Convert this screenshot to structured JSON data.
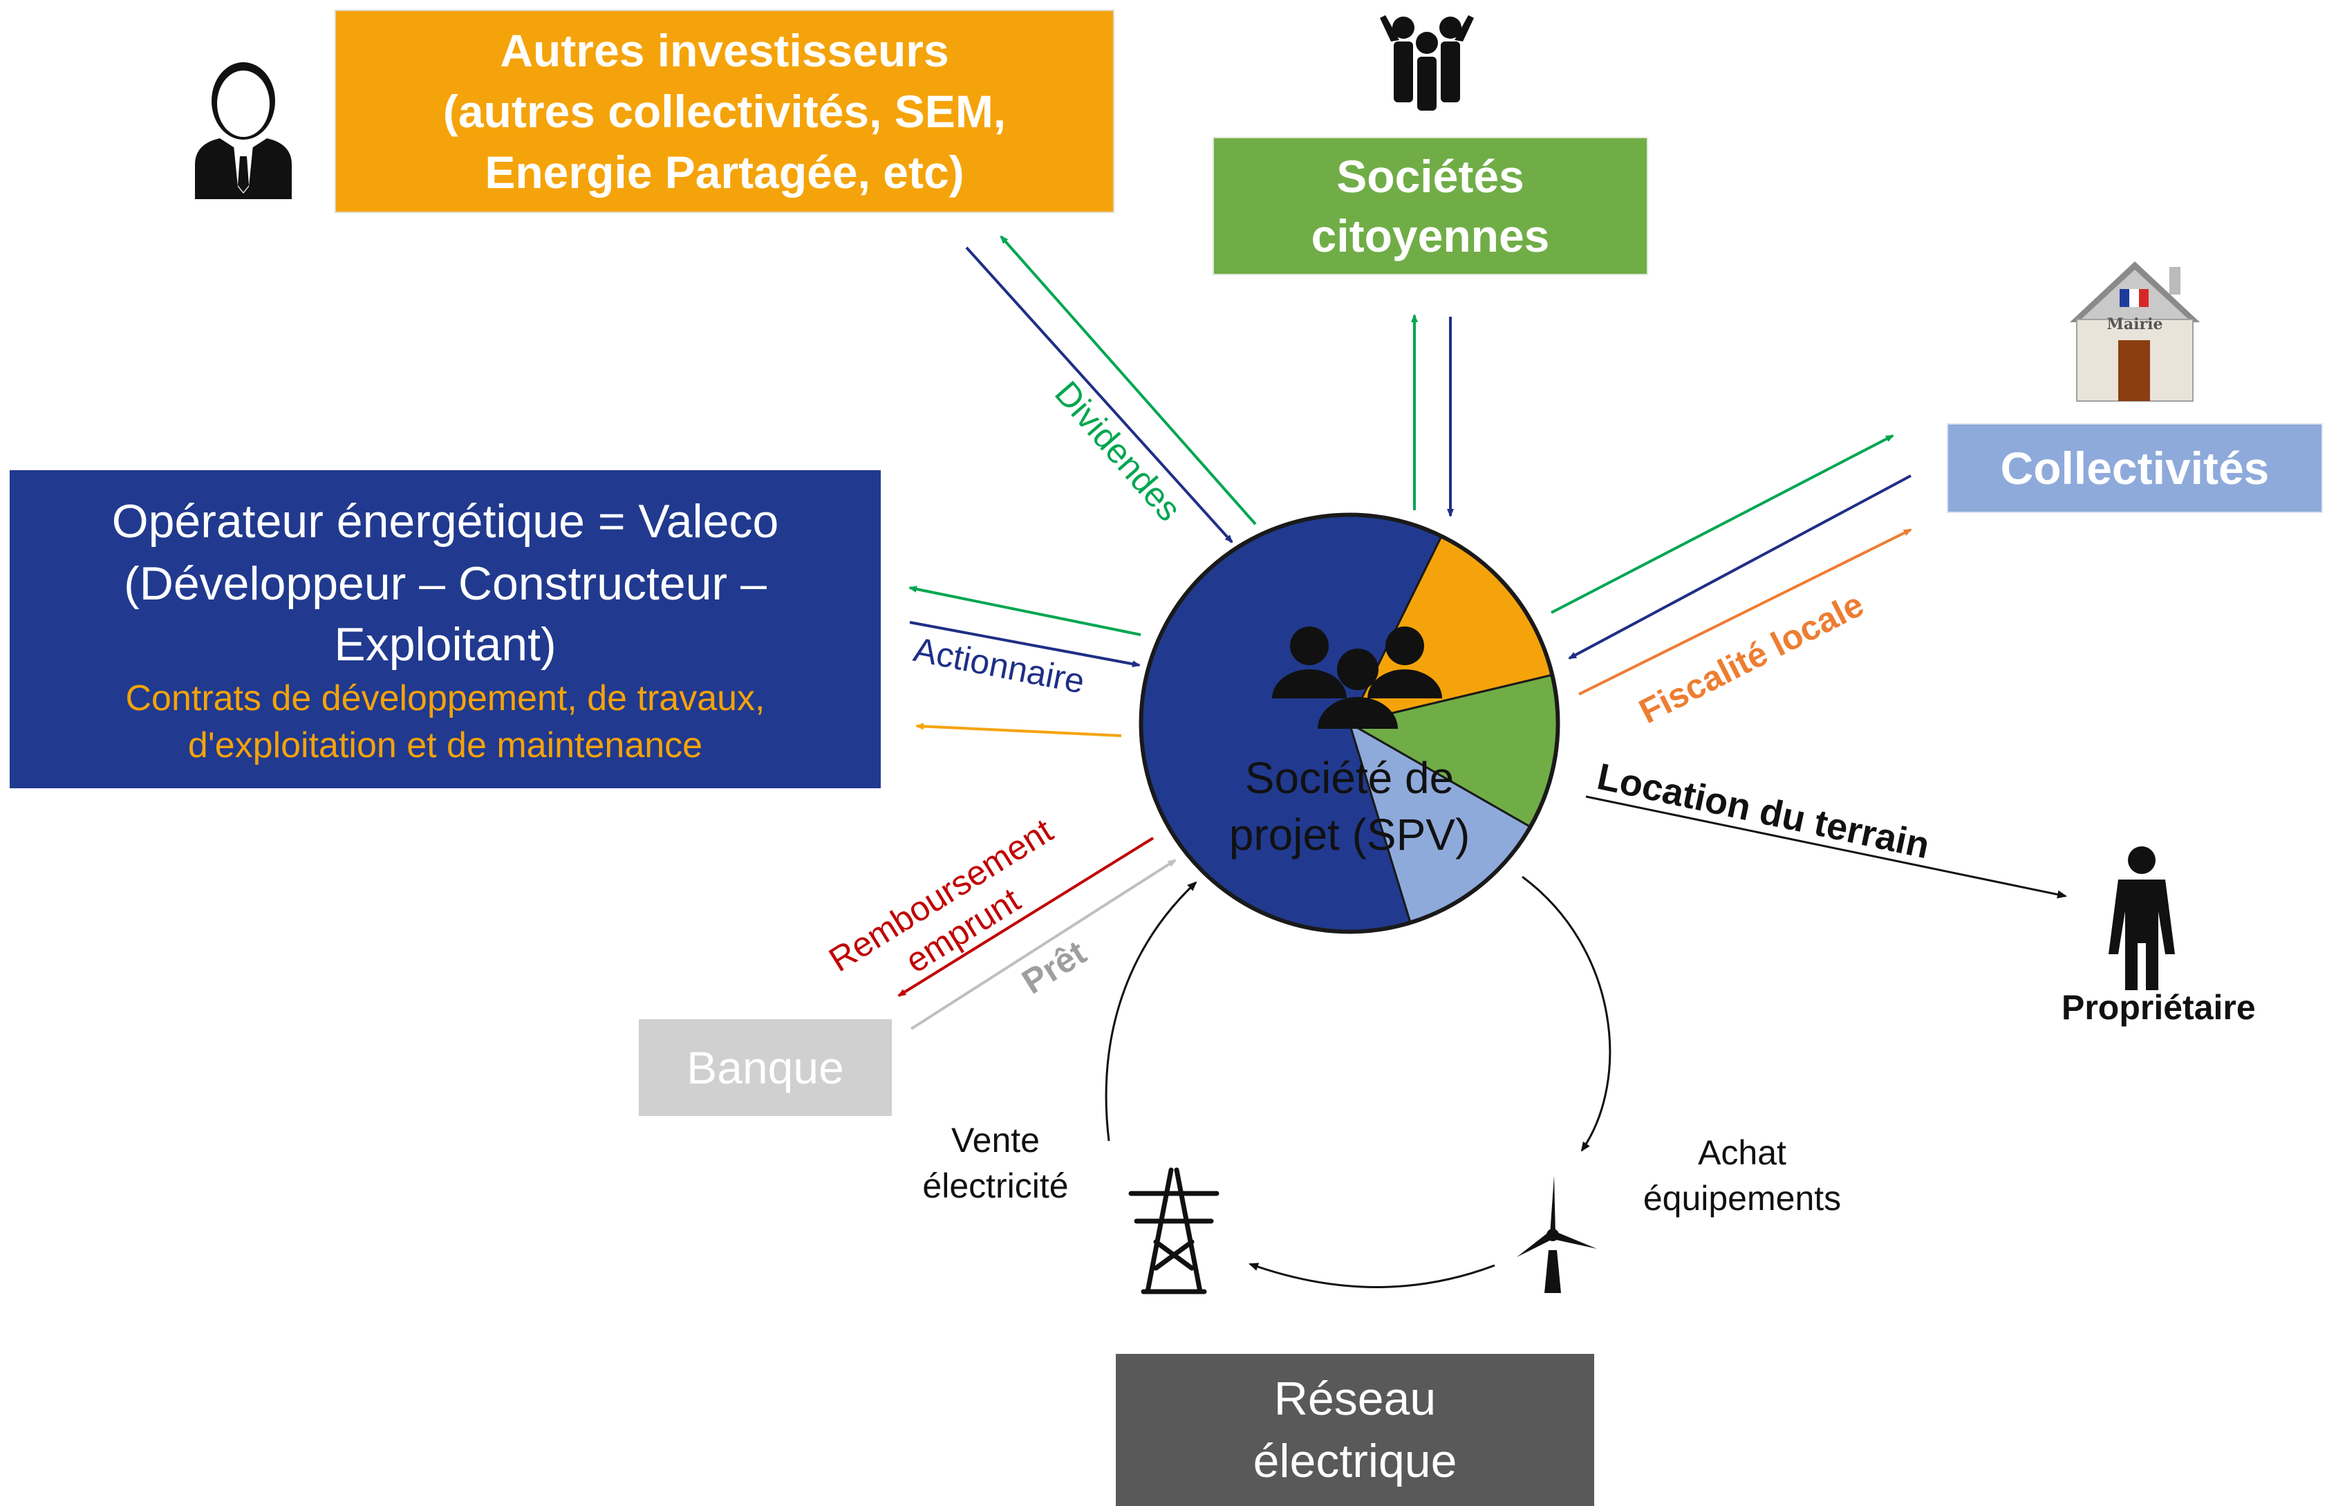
{
  "colors": {
    "orange": "#f5a30a",
    "green": "#70ad47",
    "blue_dark": "#213a8f",
    "blue_light": "#8eaadb",
    "grey_light": "#d0d0d0",
    "grey_dark": "#595959",
    "red": "#c00000",
    "orange_fiscal": "#ed7d31",
    "arrow_green": "#00a650",
    "arrow_navy": "#1f2f86"
  },
  "boxes": {
    "investisseurs": [
      "Autres investisseurs",
      "(autres collectivités, SEM,",
      "Energie Partagée, etc)"
    ],
    "citoyennes": [
      "Sociétés",
      "citoyennes"
    ],
    "operateur": {
      "line1": "Opérateur énergétique = Valeco",
      "line2": "(Développeur – Constructeur –",
      "line3": "Exploitant)",
      "line4": "Contrats de développement, de travaux,",
      "line5": "d'exploitation et de maintenance"
    },
    "collectivites": "Collectivités",
    "banque": "Banque",
    "reseau": [
      "Réseau",
      "électrique"
    ]
  },
  "spv": {
    "label_line1": "Société de",
    "label_line2": "projet (SPV)",
    "shares": [
      {
        "name": "operateur",
        "color": "#213a8f",
        "value": 0.62
      },
      {
        "name": "investisseurs",
        "color": "#f5a30a",
        "value": 0.14
      },
      {
        "name": "citoyennes",
        "color": "#70ad47",
        "value": 0.12
      },
      {
        "name": "collectivites",
        "color": "#8eaadb",
        "value": 0.12
      }
    ]
  },
  "flows": {
    "dividendes": "Dividendes",
    "actionnaire": "Actionnaire",
    "fiscalite": "Fiscalité locale",
    "location": "Location du terrain",
    "remboursement_1": "Remboursement",
    "remboursement_2": "emprunt",
    "pret": "Prêt",
    "vente_1": "Vente",
    "vente_2": "électricité",
    "achat_1": "Achat",
    "achat_2": "équipements",
    "proprietaire": "Propriétaire",
    "mairie": "Mairie"
  },
  "icons": [
    "businessman-icon",
    "citizens-group-icon",
    "town-hall-icon",
    "people-group-icon",
    "person-icon",
    "pylon-icon",
    "wind-turbine-icon"
  ]
}
